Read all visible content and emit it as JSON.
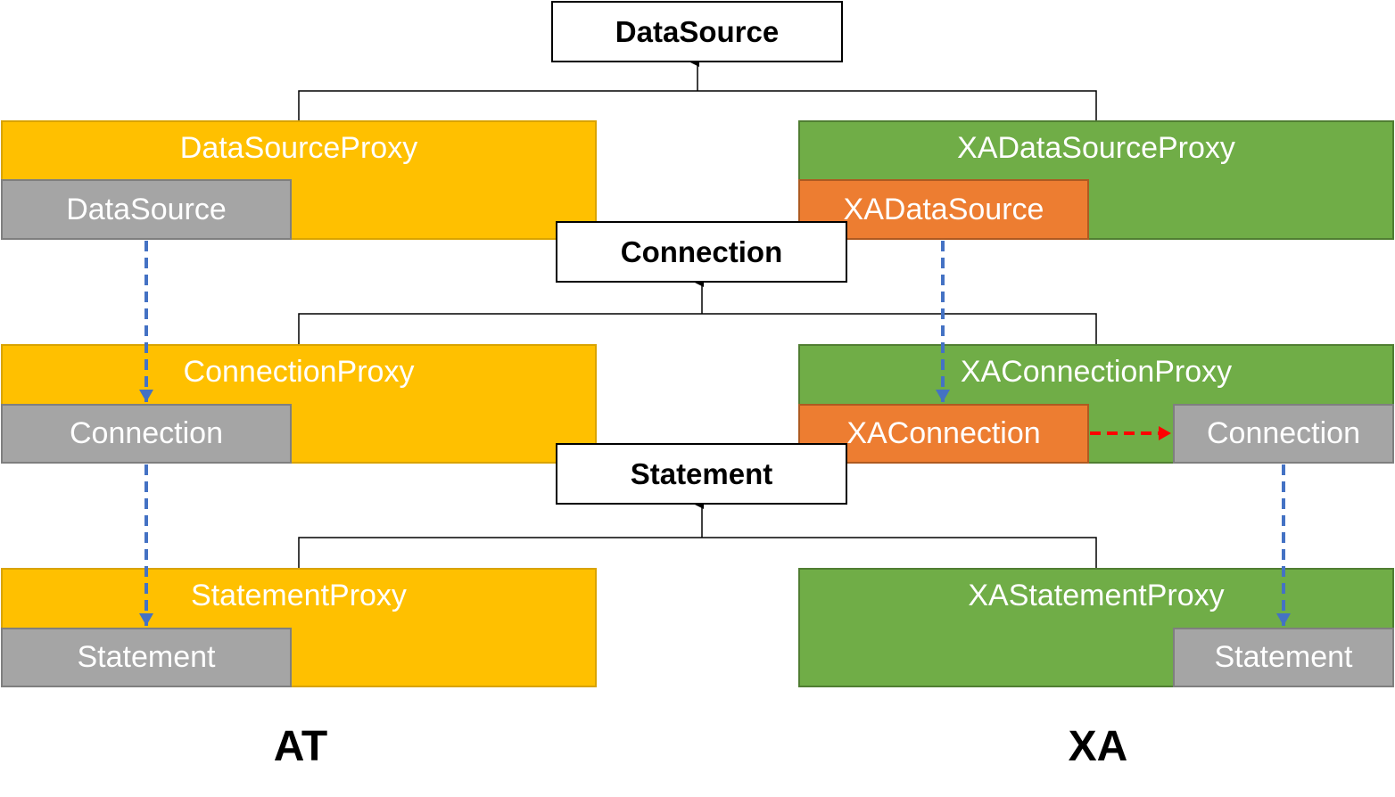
{
  "interfaces": {
    "datasource": "DataSource",
    "connection": "Connection",
    "statement": "Statement"
  },
  "at": {
    "label": "AT",
    "datasource_proxy": {
      "title": "DataSourceProxy",
      "inner": "DataSource"
    },
    "connection_proxy": {
      "title": "ConnectionProxy",
      "inner": "Connection"
    },
    "statement_proxy": {
      "title": "StatementProxy",
      "inner": "Statement"
    }
  },
  "xa": {
    "label": "XA",
    "datasource_proxy": {
      "title": "XADataSourceProxy",
      "inner": "XADataSource"
    },
    "connection_proxy": {
      "title": "XAConnectionProxy",
      "inner": "XAConnection",
      "inner2": "Connection"
    },
    "statement_proxy": {
      "title": "XAStatementProxy",
      "inner": "Statement"
    }
  },
  "colors": {
    "at_proxy": "#FFC000",
    "xa_proxy": "#70AD47",
    "wrapped": "#A5A5A5",
    "xa_wrapped": "#ED7D31",
    "dashed_blue": "#4472C4",
    "dashed_red": "#FF0000"
  }
}
